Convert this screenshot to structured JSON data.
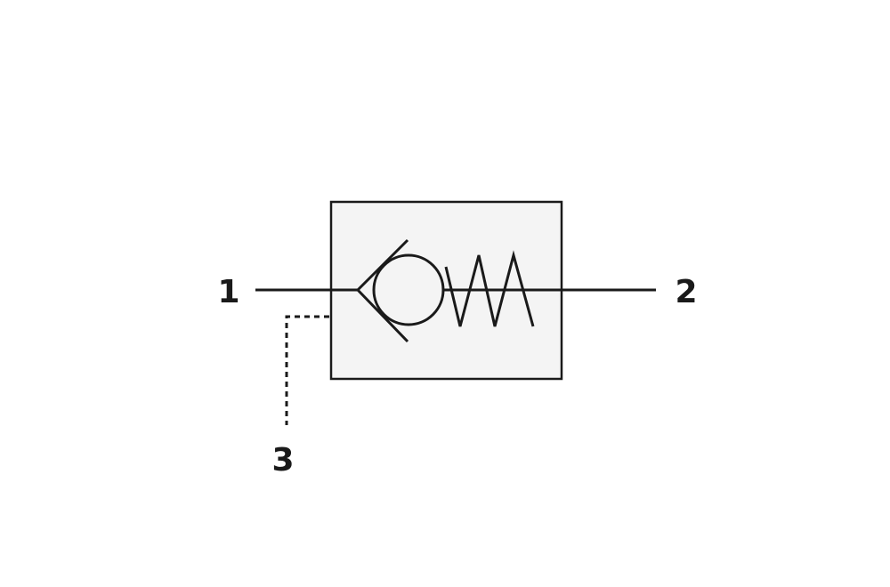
{
  "diagram": {
    "ports": {
      "port_1": "1",
      "port_2": "2",
      "port_3": "3"
    },
    "colors": {
      "stroke": "#1a1a1a",
      "body_fill": "#f4f4f4",
      "background": "#ffffff"
    }
  }
}
